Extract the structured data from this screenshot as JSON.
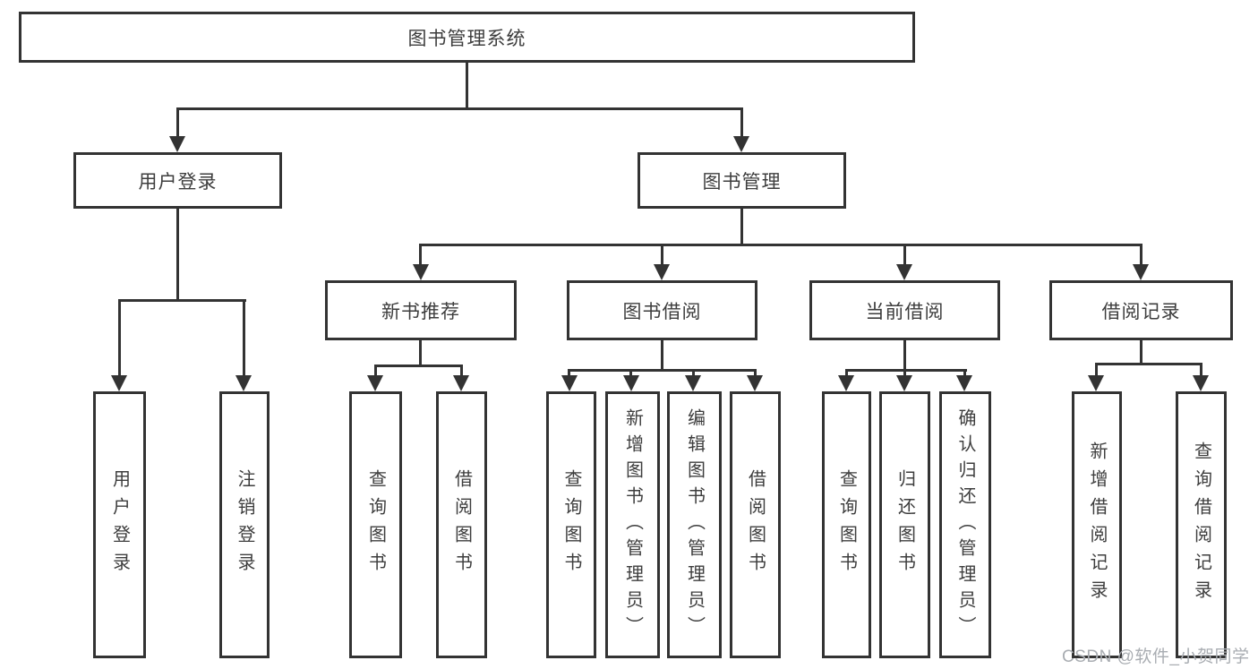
{
  "diagram": {
    "root": {
      "label": "图书管理系统"
    },
    "level2": {
      "user_login": {
        "label": "用户登录"
      },
      "book_mgmt": {
        "label": "图书管理"
      }
    },
    "level3": {
      "new_book_rec": {
        "label": "新书推荐"
      },
      "book_borrow": {
        "label": "图书借阅"
      },
      "current_borrow": {
        "label": "当前借阅"
      },
      "borrow_records": {
        "label": "借阅记录"
      }
    },
    "leaves": [
      {
        "label": "用户登录"
      },
      {
        "label": "注销登录"
      },
      {
        "label": "查询图书"
      },
      {
        "label": "借阅图书"
      },
      {
        "label": "查询图书"
      },
      {
        "label": "新增图书（管理员）"
      },
      {
        "label": "编辑图书（管理员）"
      },
      {
        "label": "借阅图书"
      },
      {
        "label": "查询图书"
      },
      {
        "label": "归还图书"
      },
      {
        "label": "确认归还（管理员）"
      },
      {
        "label": "新增借阅记录"
      },
      {
        "label": "查询借阅记录"
      }
    ]
  },
  "watermark": {
    "text": "CSDN @软件_小贺同学"
  },
  "colors": {
    "line": "#333333",
    "text": "#3d3d3d",
    "bg": "#ffffff",
    "watermark": "#a9adb2"
  }
}
